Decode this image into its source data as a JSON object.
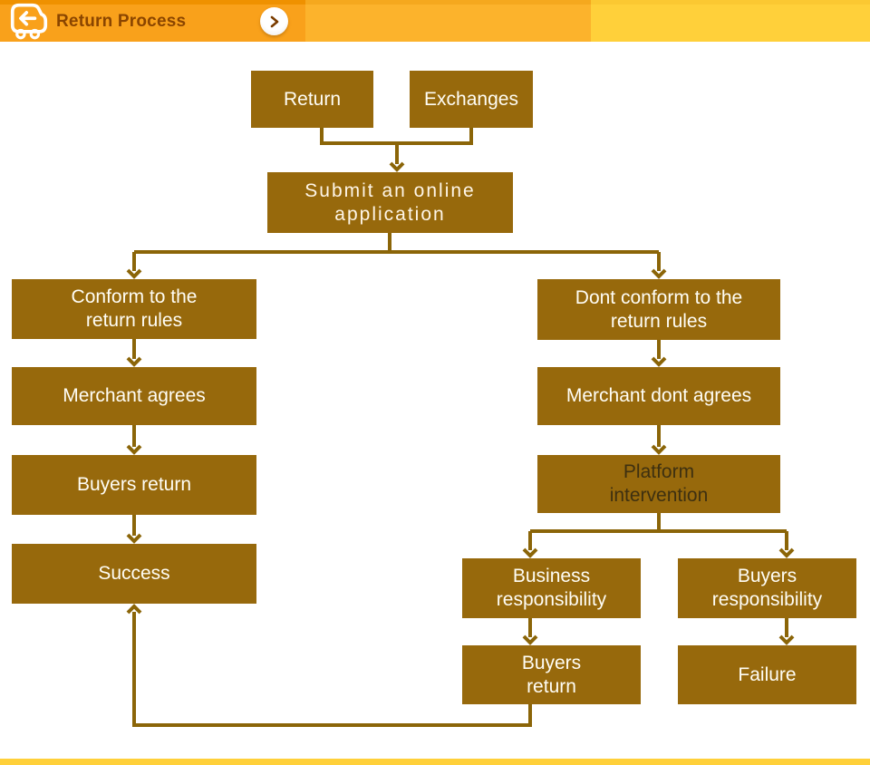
{
  "header": {
    "title": "Return Process",
    "nav_button": {
      "icon": "chevron-right"
    },
    "colors": {
      "segment_left": "#F9A11B",
      "seg_strip": "#EF9100",
      "segment_mid": "#FCB32C",
      "segment_right": "#FFD03A",
      "title": "#8A4500"
    }
  },
  "footer": {
    "bar_color": "#FFD03A"
  },
  "flow": {
    "colors": {
      "box": "#97690C",
      "line": "#8B6508",
      "text": "#FFFDF5",
      "platform_text": "#3E3010"
    },
    "return": {
      "label": "Return"
    },
    "exchanges": {
      "label": "Exchanges"
    },
    "submit": {
      "label": "Submit an online\napplication"
    },
    "conform": {
      "label": "Conform to the\nreturn rules"
    },
    "dont_conform": {
      "label": "Dont conform to the\nreturn rules"
    },
    "merchant_agrees": {
      "label": "Merchant agrees"
    },
    "merchant_dont_agrees": {
      "label": "Merchant dont agrees"
    },
    "buyers_return_left": {
      "label": "Buyers return"
    },
    "platform_intervention": {
      "label": "Platform\nintervention"
    },
    "success": {
      "label": "Success"
    },
    "business_responsibility": {
      "label": "Business\nresponsibility"
    },
    "buyers_responsibility": {
      "label": "Buyers\nresponsibility"
    },
    "buyers_return_right": {
      "label": "Buyers\nreturn"
    },
    "failure": {
      "label": "Failure"
    }
  }
}
